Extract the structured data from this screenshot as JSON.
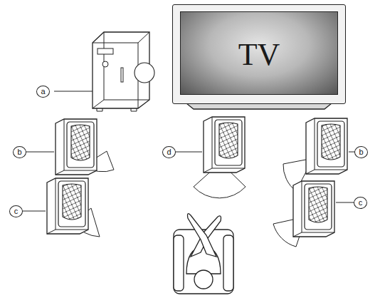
{
  "diagram": {
    "nodes": [
      {
        "text": [
          "TV"
        ]
      }
    ],
    "labels": [
      "a",
      "b",
      "b",
      "c",
      "c",
      "d"
    ]
  }
}
